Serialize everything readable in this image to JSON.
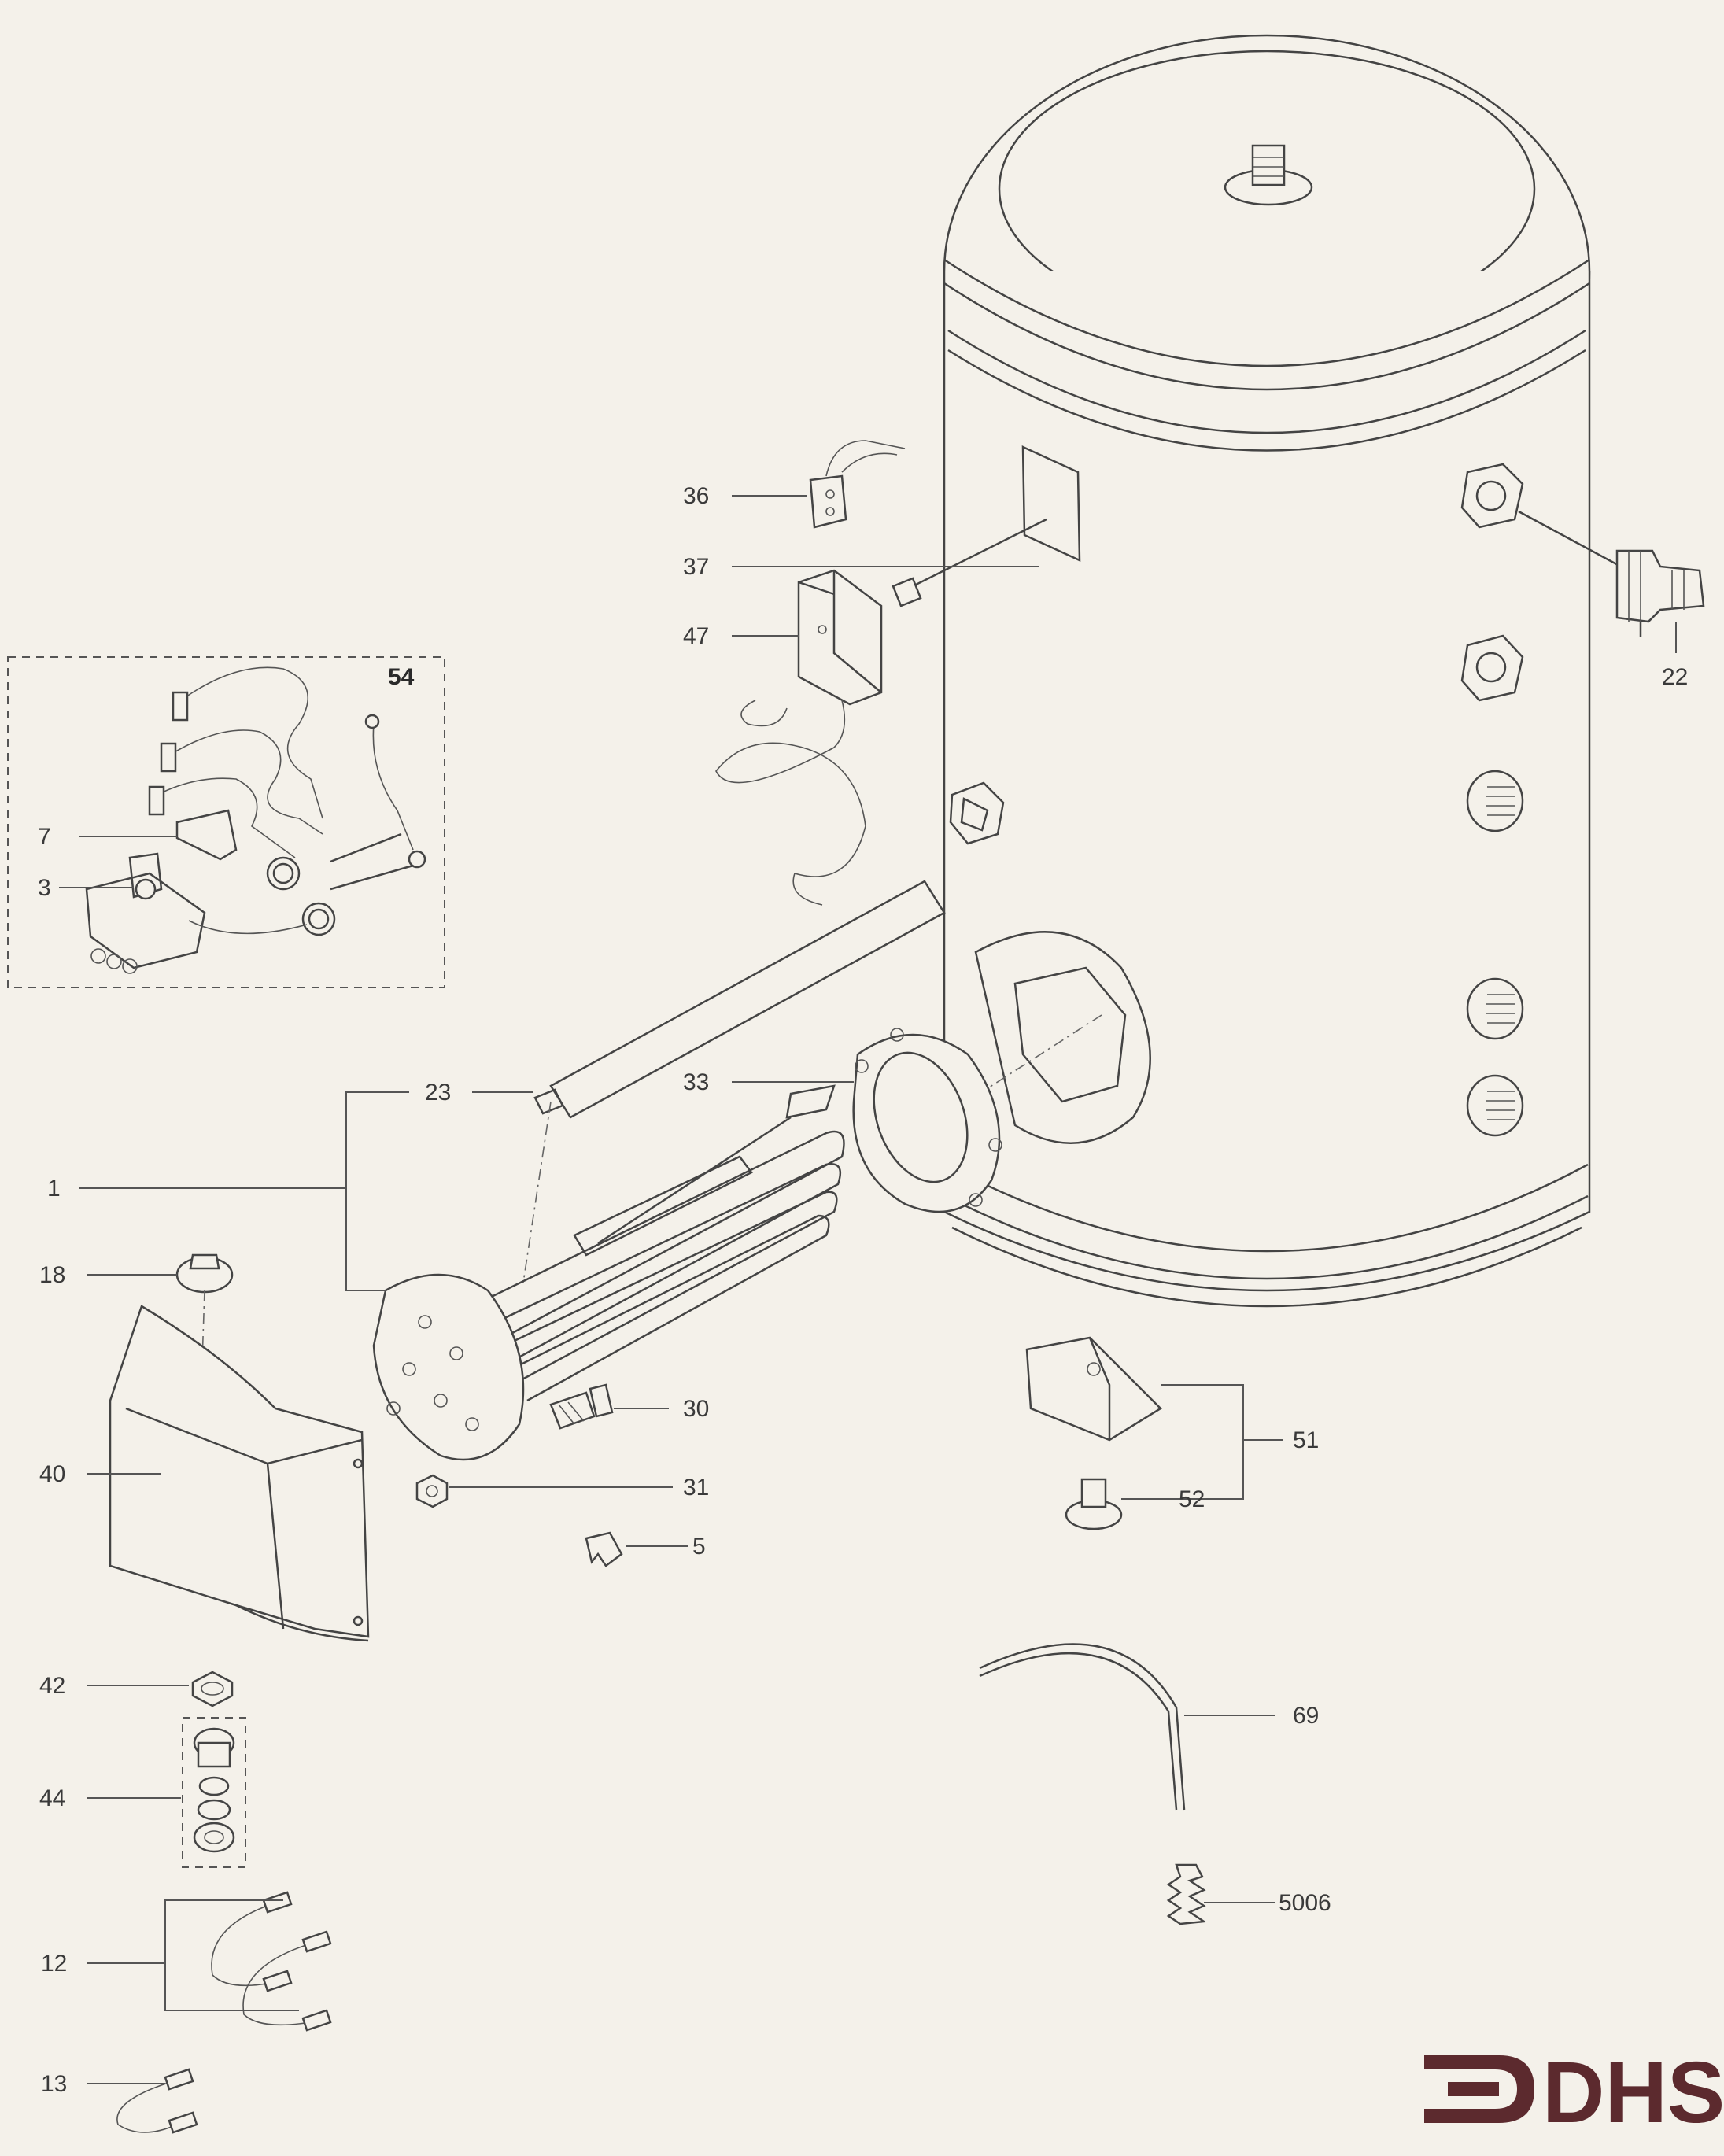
{
  "parts": [
    {
      "id": "p36",
      "label": "36"
    },
    {
      "id": "p37",
      "label": "37"
    },
    {
      "id": "p47",
      "label": "47"
    },
    {
      "id": "p54",
      "label": "54"
    },
    {
      "id": "p7",
      "label": "7"
    },
    {
      "id": "p3",
      "label": "3"
    },
    {
      "id": "p22",
      "label": "22"
    },
    {
      "id": "p23",
      "label": "23"
    },
    {
      "id": "p33",
      "label": "33"
    },
    {
      "id": "p1",
      "label": "1"
    },
    {
      "id": "p18",
      "label": "18"
    },
    {
      "id": "p30",
      "label": "30"
    },
    {
      "id": "p51",
      "label": "51"
    },
    {
      "id": "p40",
      "label": "40"
    },
    {
      "id": "p31",
      "label": "31"
    },
    {
      "id": "p52",
      "label": "52"
    },
    {
      "id": "p5",
      "label": "5"
    },
    {
      "id": "p42",
      "label": "42"
    },
    {
      "id": "p69",
      "label": "69"
    },
    {
      "id": "p44",
      "label": "44"
    },
    {
      "id": "p5006",
      "label": "5006"
    },
    {
      "id": "p12",
      "label": "12"
    },
    {
      "id": "p13",
      "label": "13"
    }
  ],
  "logo": {
    "text": "DHS",
    "color": "#5c2a2e"
  },
  "colors": {
    "background": "#f4f1ea",
    "line": "#444444",
    "logo": "#5c2a2e"
  }
}
